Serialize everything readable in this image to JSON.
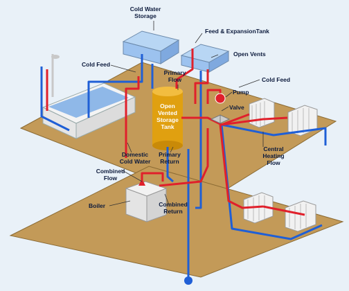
{
  "labels": {
    "cold_water_storage": [
      "Cold Water",
      "Storage"
    ],
    "feed_expansion": "Feed & ExpansionTank",
    "open_vents": "Open Vents",
    "cold_feed_left": "Cold Feed",
    "cold_feed_right": "Cold Feed",
    "primary_flow": [
      "Primary",
      "Flow"
    ],
    "pump": "Pump",
    "valve": "Valve",
    "storage_tank": [
      "Open",
      "Vented",
      "Storage",
      "Tank"
    ],
    "domestic_cold_water": [
      "Domestic",
      "Cold Water"
    ],
    "primary_return": [
      "Primary",
      "Return"
    ],
    "central_heating_flow": [
      "Central",
      "Heating",
      "Flow"
    ],
    "combined_flow": [
      "Combined",
      "Flow"
    ],
    "boiler": "Boiler",
    "combined_return": [
      "Combined",
      "Return"
    ]
  },
  "colors": {
    "hot_pipe": "#e0202b",
    "cold_pipe": "#1f5fd6",
    "floor": "#c39a58",
    "floor_edge": "#8a6a33",
    "water": "#9cc2ef",
    "tank": "#e0a010"
  }
}
